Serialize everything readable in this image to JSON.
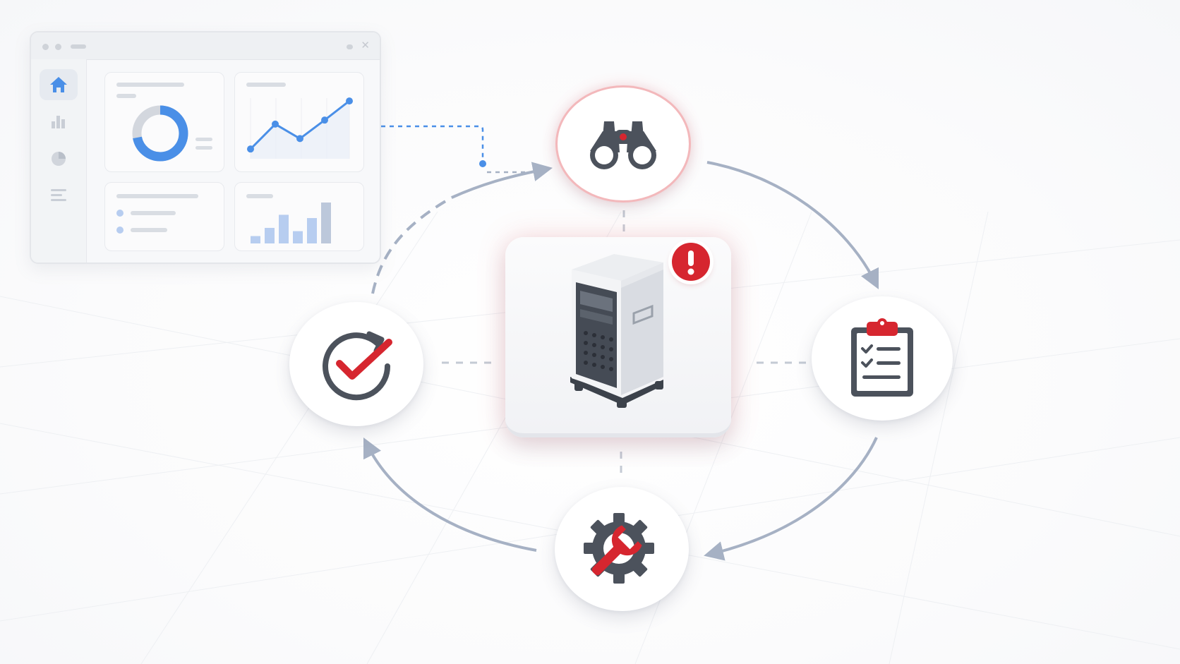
{
  "colors": {
    "accent_blue": "#4a8fe7",
    "light_blue": "#b7cdf0",
    "alert_red": "#d6262f",
    "arrow_gray": "#a6b1c4",
    "icon_dark": "#4c525c"
  },
  "dashboard": {
    "sidebar_icons": [
      "home-icon",
      "bar-chart-icon",
      "pie-chart-icon",
      "list-icon"
    ],
    "bar_chart_values": [
      0.18,
      0.38,
      0.7,
      0.3,
      0.62,
      1.0
    ],
    "line_chart_values": [
      0.12,
      0.55,
      0.3,
      0.62,
      0.95
    ],
    "donut_fraction": 0.72
  },
  "cycle": {
    "nodes": [
      {
        "id": "observe",
        "icon": "binoculars-icon"
      },
      {
        "id": "record",
        "icon": "clipboard-checklist-icon"
      },
      {
        "id": "fix",
        "icon": "gear-wrench-icon"
      },
      {
        "id": "verify",
        "icon": "circular-check-icon"
      }
    ],
    "center": {
      "icon": "server-tower-icon",
      "status": "alert-icon"
    }
  }
}
